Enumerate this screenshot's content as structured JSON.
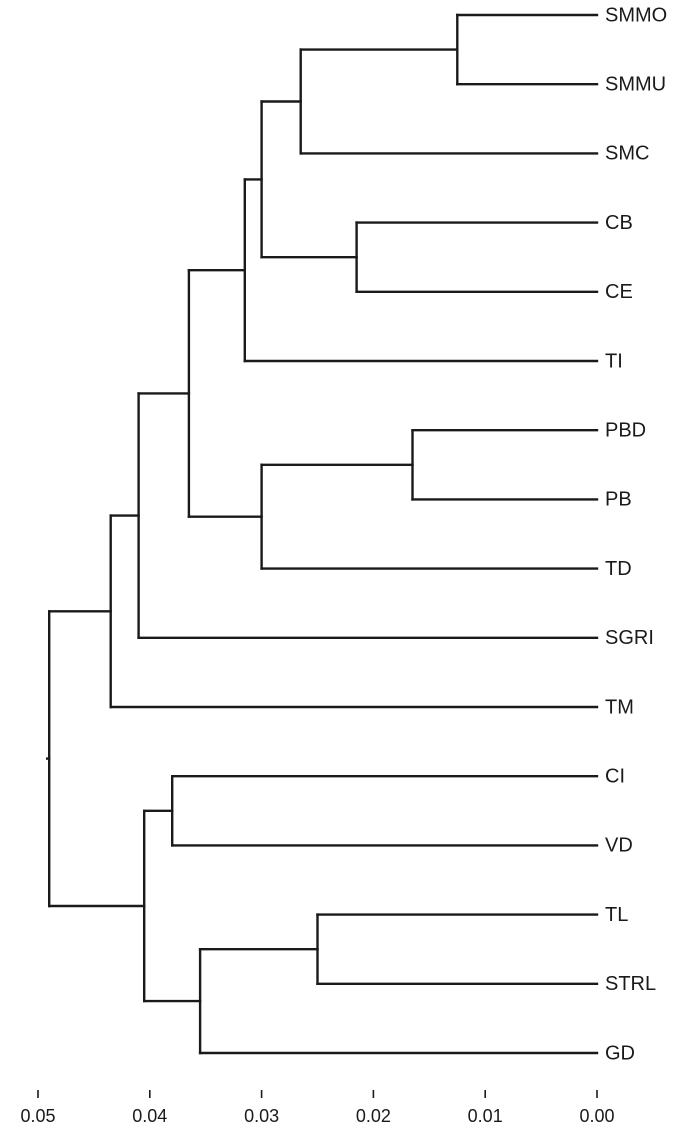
{
  "chart_data": {
    "type": "dendrogram",
    "orientation": "horizontal, leaves on right, root on left",
    "x_axis": {
      "ticks": [
        "0.05",
        "0.04",
        "0.03",
        "0.02",
        "0.01",
        "0.00"
      ],
      "tick_values": [
        0.05,
        0.04,
        0.03,
        0.02,
        0.01,
        0.0
      ],
      "range": [
        0.05,
        0.0
      ],
      "reversed": true
    },
    "leaves": [
      "SMMO",
      "SMMU",
      "SMC",
      "CB",
      "CE",
      "TI",
      "PBD",
      "PB",
      "TD",
      "SGRI",
      "TM",
      "CI",
      "VD",
      "TL",
      "STRL",
      "GD"
    ],
    "merges": [
      {
        "id": "n1",
        "children": [
          "SMMO",
          "SMMU"
        ],
        "height": 0.0125
      },
      {
        "id": "n2",
        "children": [
          "n1",
          "SMC"
        ],
        "height": 0.0265
      },
      {
        "id": "n3",
        "children": [
          "CB",
          "CE"
        ],
        "height": 0.0215
      },
      {
        "id": "n4",
        "children": [
          "n2",
          "n3"
        ],
        "height": 0.03
      },
      {
        "id": "n5",
        "children": [
          "n4",
          "TI"
        ],
        "height": 0.0315
      },
      {
        "id": "n6",
        "children": [
          "PBD",
          "PB"
        ],
        "height": 0.0165
      },
      {
        "id": "n7",
        "children": [
          "n6",
          "TD"
        ],
        "height": 0.03
      },
      {
        "id": "n8",
        "children": [
          "n5",
          "n7"
        ],
        "height": 0.0365
      },
      {
        "id": "n9",
        "children": [
          "n8",
          "SGRI"
        ],
        "height": 0.041
      },
      {
        "id": "n10",
        "children": [
          "n9",
          "TM"
        ],
        "height": 0.0435
      },
      {
        "id": "n11",
        "children": [
          "CI",
          "VD"
        ],
        "height": 0.038
      },
      {
        "id": "n12",
        "children": [
          "TL",
          "STRL"
        ],
        "height": 0.025
      },
      {
        "id": "n13",
        "children": [
          "n12",
          "GD"
        ],
        "height": 0.0355
      },
      {
        "id": "n14",
        "children": [
          "n11",
          "n13"
        ],
        "height": 0.0405
      },
      {
        "id": "n15",
        "children": [
          "n10",
          "n14"
        ],
        "height": 0.049
      }
    ]
  }
}
